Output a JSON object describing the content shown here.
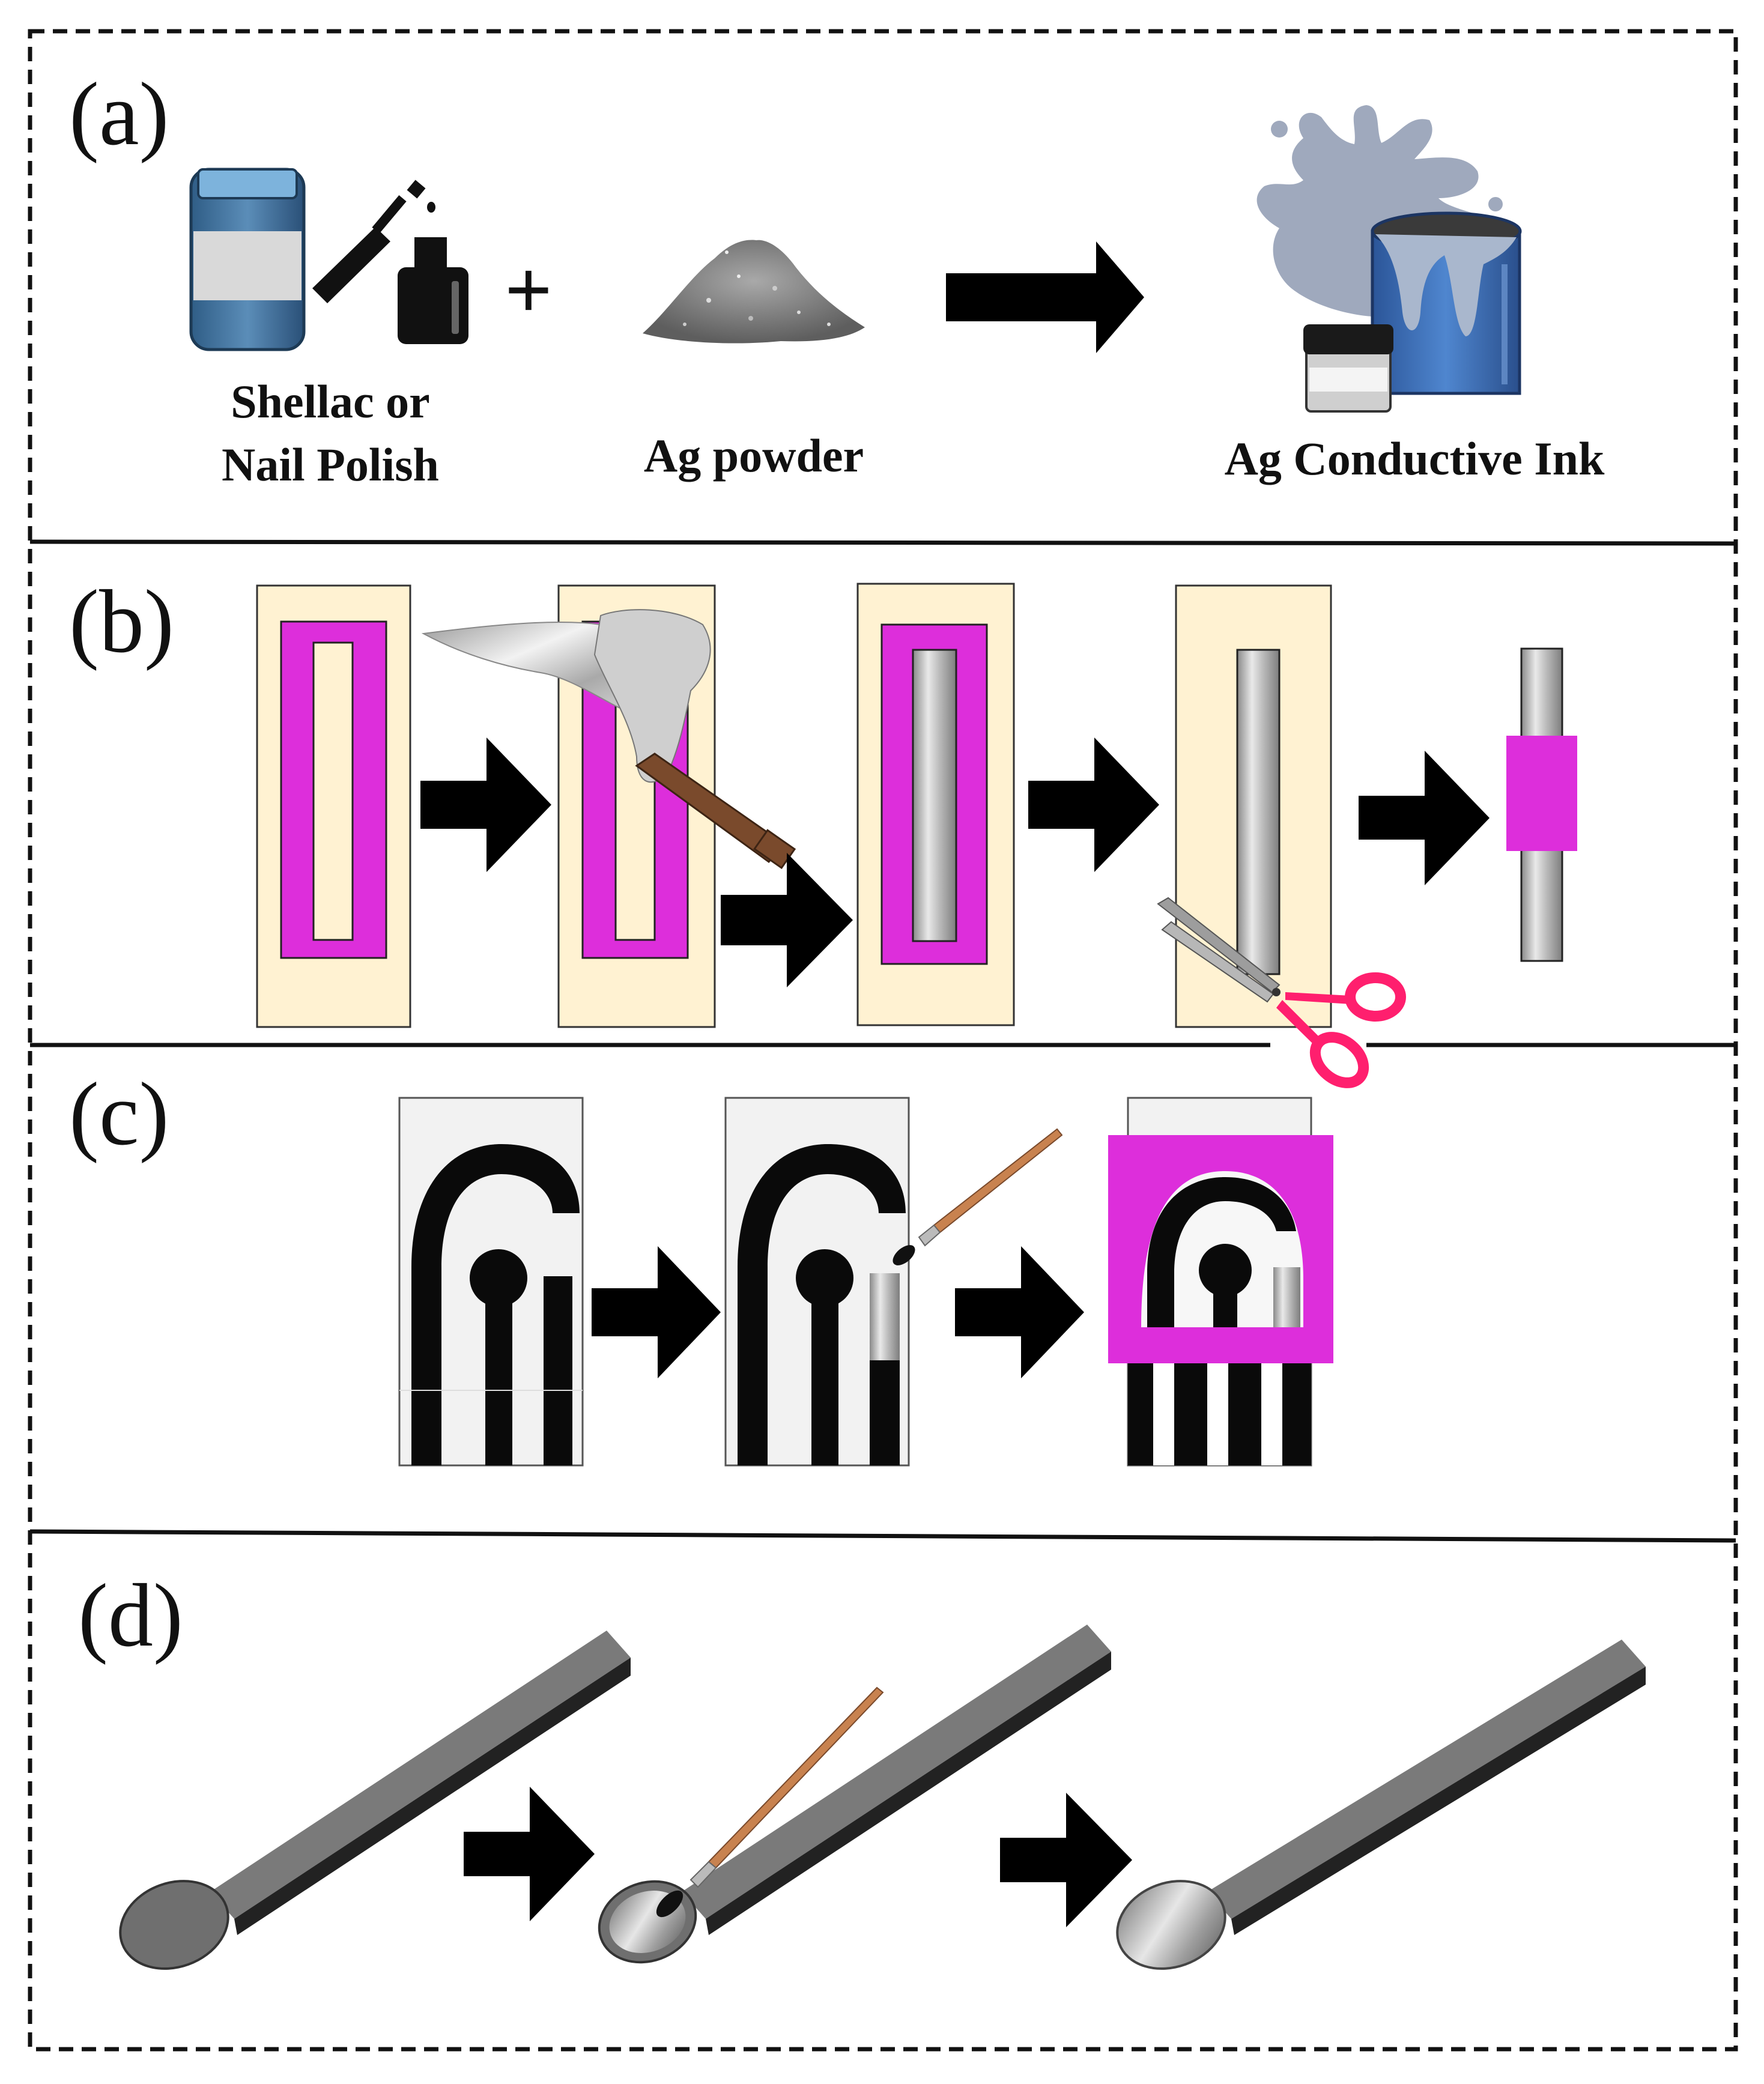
{
  "panels": {
    "a": {
      "letter": "(a)",
      "label_shellac_line1": "Shellac or",
      "label_shellac_line2": "Nail Polish",
      "plus": "+",
      "label_powder": "Ag powder",
      "label_ink": "Ag Conductive Ink"
    },
    "b": {
      "letter": "(b)"
    },
    "c": {
      "letter": "(c)"
    },
    "d": {
      "letter": "(d)"
    }
  },
  "colors": {
    "magenta": "#dd2edb",
    "cream": "#fff2d2",
    "arrow": "#000000",
    "paint_blue": "#3d6fb6",
    "splash": "#9fa9bd",
    "scissor_pink": "#ff1f6e",
    "brush_wood": "#c8824f",
    "electrode_gray": "#6f6f6f"
  }
}
